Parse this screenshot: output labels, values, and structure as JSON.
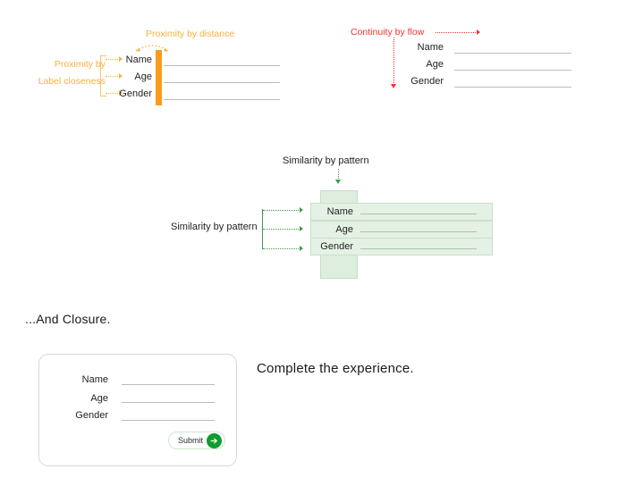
{
  "colors": {
    "orange": "#fbb040",
    "orange_bar": "#f89c1c",
    "red": "#f4332f",
    "green_accent": "#3f9b4a",
    "green_fill_row": "#e4f1e4",
    "green_fill_col": "#ddeede",
    "submit_green": "#0f9d2f",
    "line_gray": "#bcbcbc",
    "text_dark": "#1f1f1f"
  },
  "sections": {
    "proximity": {
      "annotation_distance": "Proximity by distance",
      "annotation_label_line1": "Proximity by",
      "annotation_label_line2": "Label closeness",
      "fields": [
        {
          "label": "Name"
        },
        {
          "label": "Age"
        },
        {
          "label": "Gender"
        }
      ]
    },
    "continuity": {
      "annotation": "Continuity by flow",
      "fields": [
        {
          "label": "Name"
        },
        {
          "label": "Age"
        },
        {
          "label": "Gender"
        }
      ]
    },
    "similarity": {
      "annotation_top": "Similarity by  pattern",
      "annotation_left": "Similarity by  pattern",
      "fields": [
        {
          "label": "Name"
        },
        {
          "label": "Age"
        },
        {
          "label": "Gender"
        }
      ]
    },
    "closure": {
      "heading": "...And Closure.",
      "caption": "Complete the experience.",
      "fields": [
        {
          "label": "Name",
          "value": "",
          "placeholder": ""
        },
        {
          "label": "Age",
          "value": "",
          "placeholder": ""
        },
        {
          "label": "Gender",
          "value": "",
          "placeholder": ""
        }
      ],
      "submit_label": "Submit",
      "submit_icon": "arrow-right-icon"
    }
  }
}
